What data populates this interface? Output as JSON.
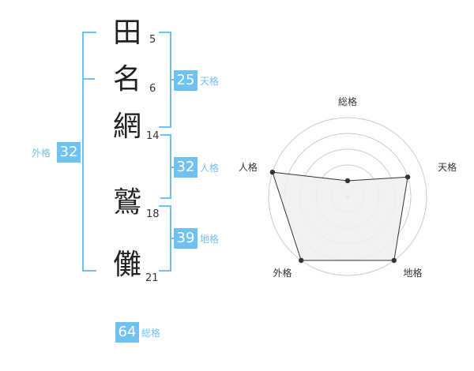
{
  "name": {
    "chars": [
      {
        "char": "田",
        "strokes": "5"
      },
      {
        "char": "名",
        "strokes": "6"
      },
      {
        "char": "網",
        "strokes": "14"
      },
      {
        "char": "鷲",
        "strokes": "18"
      },
      {
        "char": "儺",
        "strokes": "21"
      }
    ]
  },
  "fortune": {
    "tenkaku": {
      "value": "25",
      "label": "天格"
    },
    "jinkaku": {
      "value": "32",
      "label": "人格"
    },
    "chikaku": {
      "value": "39",
      "label": "地格"
    },
    "gaikaku": {
      "value": "32",
      "label": "外格"
    },
    "soukaku": {
      "value": "64",
      "label": "総格"
    }
  },
  "accent_color": "#6ec1f0",
  "chart_data": {
    "type": "radar",
    "axes": [
      "総格",
      "天格",
      "地格",
      "外格",
      "人格"
    ],
    "values": [
      1,
      4,
      5,
      5,
      5
    ],
    "max": 5,
    "rings": 5
  }
}
